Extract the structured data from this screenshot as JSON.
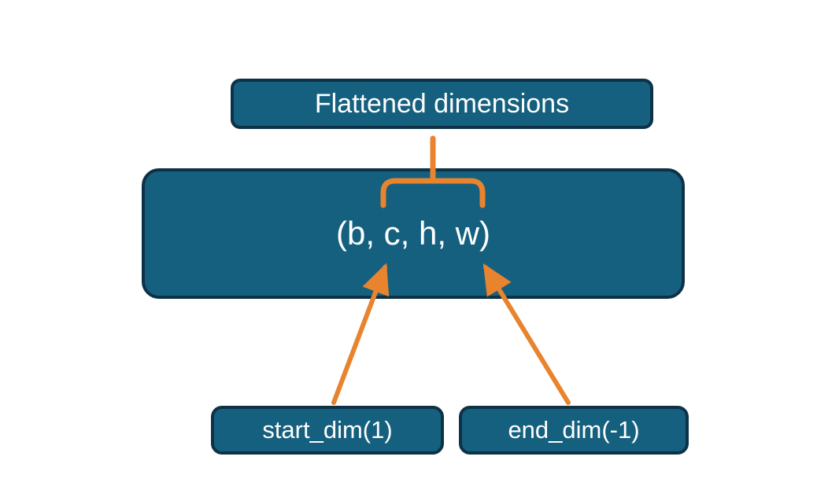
{
  "diagram": {
    "title_label": "Flattened dimensions",
    "tensor_label": "(b, c, h, w)",
    "start_dim_label": "start_dim(1)",
    "end_dim_label": "end_dim(-1)",
    "colors": {
      "box_fill": "#15607e",
      "box_border": "#0d3247",
      "arrow": "#e8832e",
      "text": "#ffffff",
      "background": "#ffffff"
    }
  }
}
